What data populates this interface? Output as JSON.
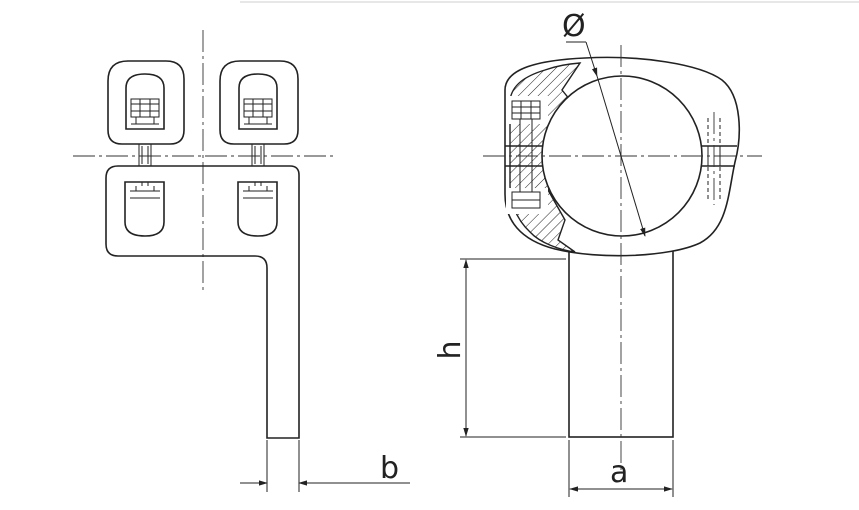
{
  "dimension_labels": {
    "diameter": "Ø",
    "height": "h",
    "width_a": "a",
    "thickness_b": "b"
  },
  "colors": {
    "line": "#222222",
    "background": "#ffffff"
  }
}
